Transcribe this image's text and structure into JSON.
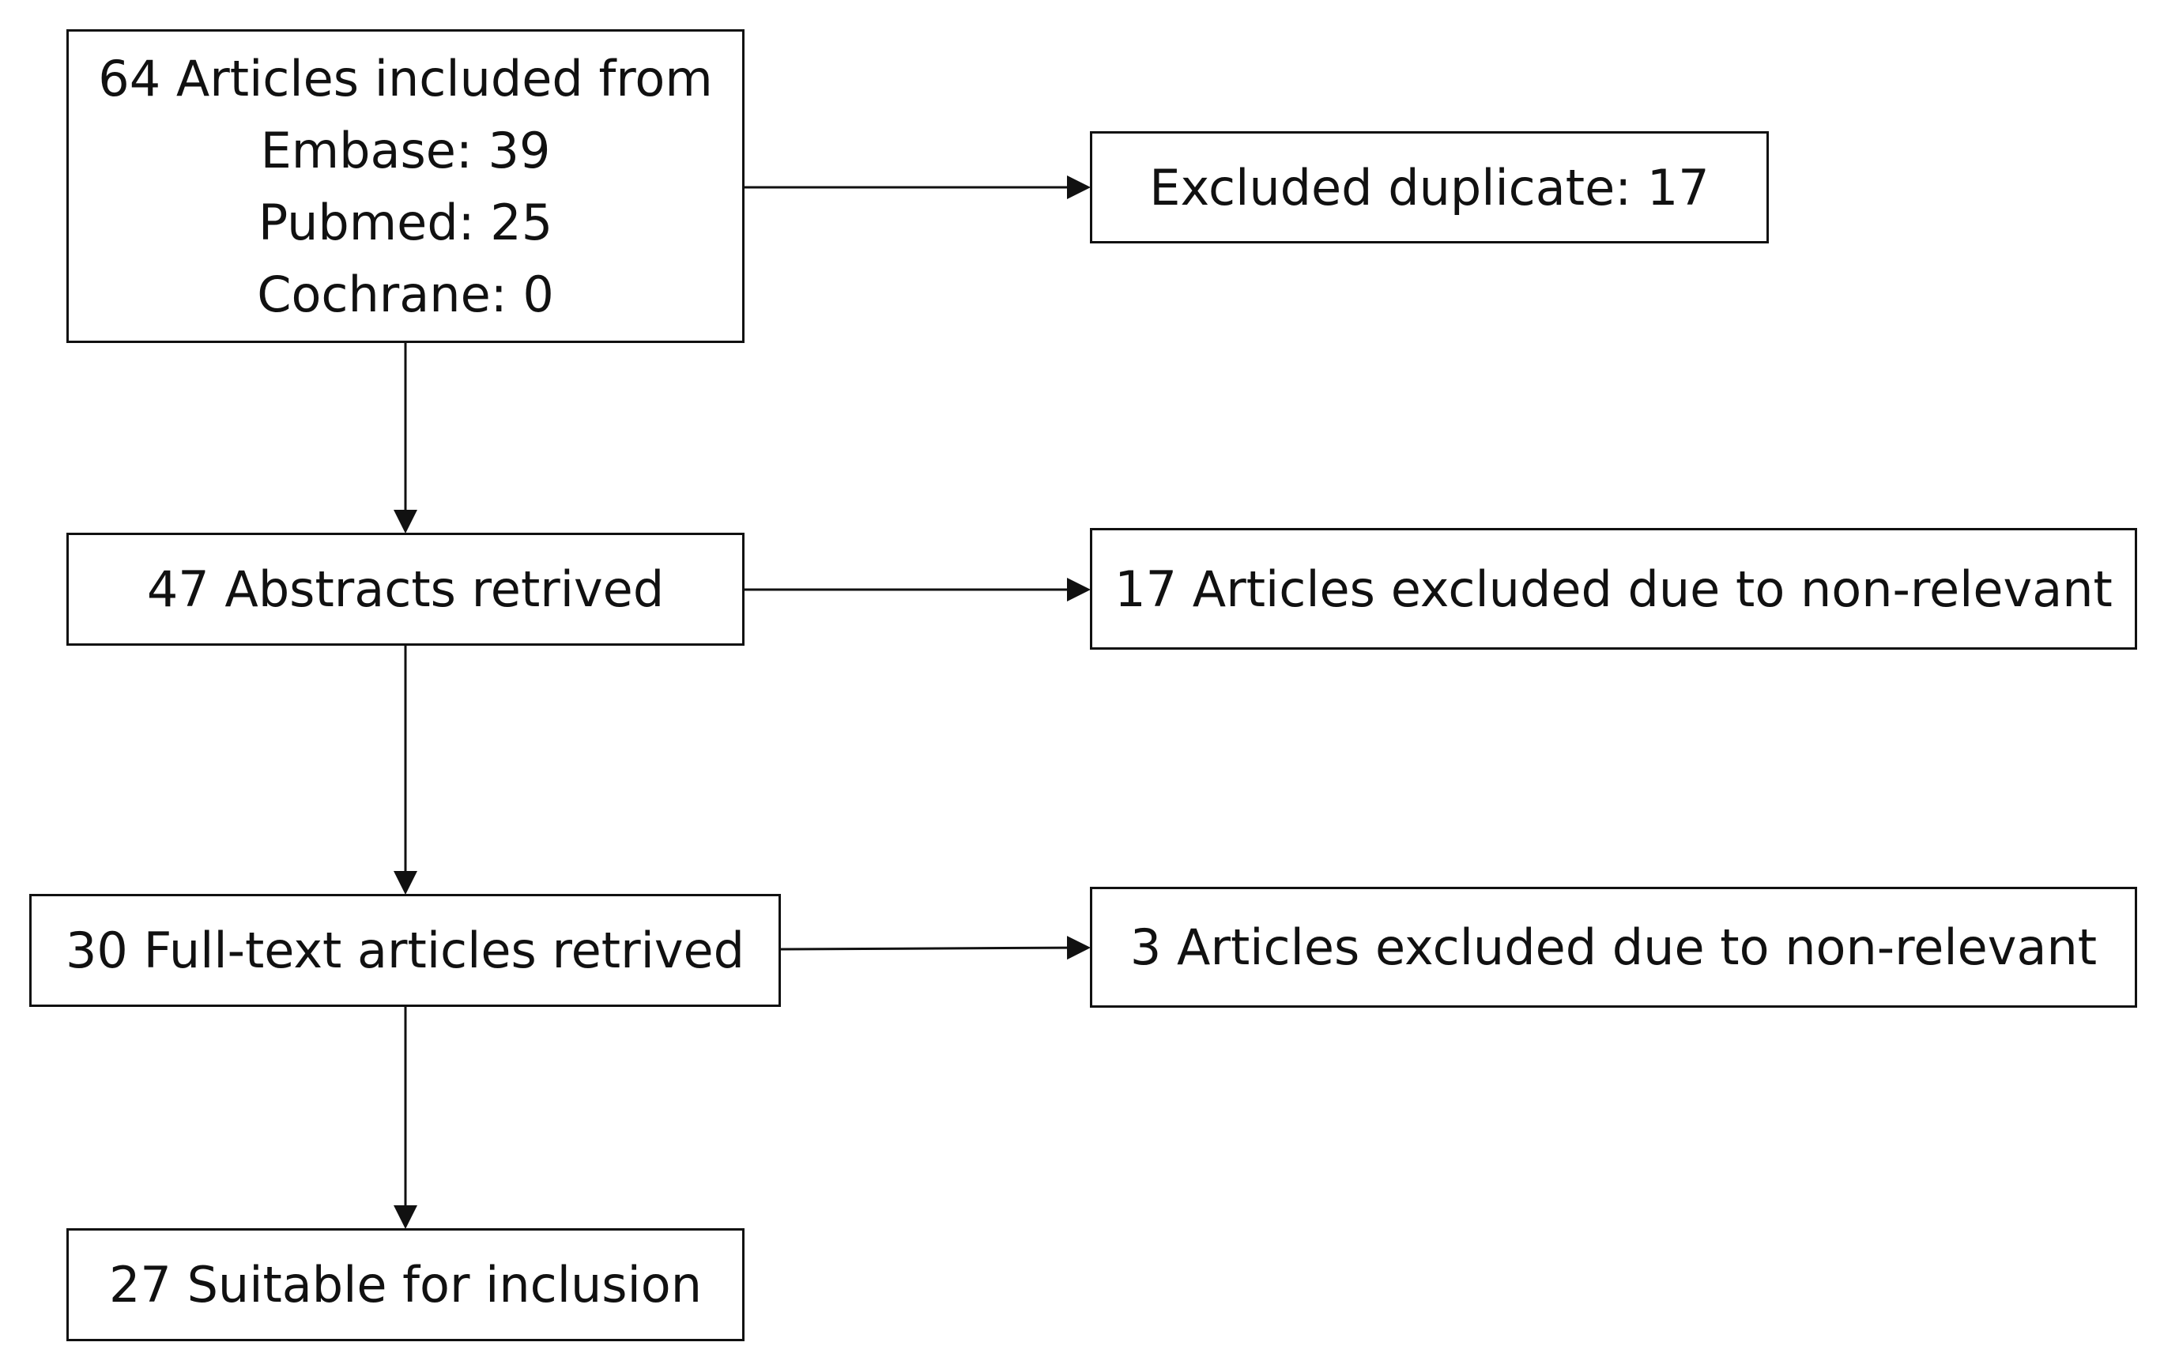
{
  "flowchart": {
    "source_box": {
      "lines": [
        "64 Articles included from",
        "Embase: 39",
        "Pubmed: 25",
        "Cochrane: 0"
      ]
    },
    "abstracts_box": {
      "text": "47 Abstracts retrived"
    },
    "fulltext_box": {
      "text": "30 Full-text articles retrived"
    },
    "inclusion_box": {
      "text": "27 Suitable for inclusion"
    },
    "excluded_duplicate_box": {
      "text": "Excluded duplicate: 17"
    },
    "excluded_abstract_box": {
      "text": "17 Articles excluded due to non-relevant"
    },
    "excluded_fulltext_box": {
      "text": "3 Articles excluded due to non-relevant"
    }
  },
  "colors": {
    "stroke": "#111111",
    "background": "#ffffff",
    "text": "#111111"
  }
}
